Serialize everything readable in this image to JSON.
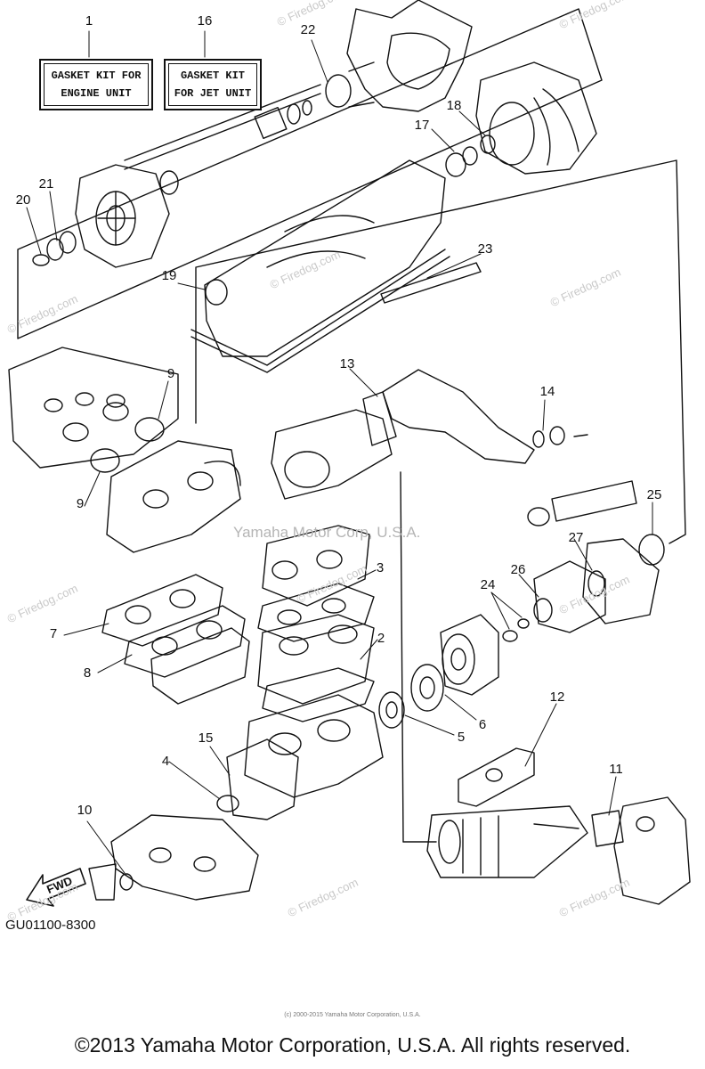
{
  "kits": [
    {
      "number": "1",
      "line1": "GASKET KIT FOR",
      "line2": "ENGINE UNIT"
    },
    {
      "number": "16",
      "line1": "GASKET KIT",
      "line2": "FOR JET UNIT"
    }
  ],
  "callouts": [
    {
      "id": "1",
      "text": "1"
    },
    {
      "id": "2",
      "text": "2"
    },
    {
      "id": "3",
      "text": "3"
    },
    {
      "id": "4",
      "text": "4"
    },
    {
      "id": "5",
      "text": "5"
    },
    {
      "id": "6",
      "text": "6"
    },
    {
      "id": "7",
      "text": "7"
    },
    {
      "id": "8",
      "text": "8"
    },
    {
      "id": "9a",
      "text": "9"
    },
    {
      "id": "9b",
      "text": "9"
    },
    {
      "id": "10",
      "text": "10"
    },
    {
      "id": "11",
      "text": "11"
    },
    {
      "id": "12",
      "text": "12"
    },
    {
      "id": "13",
      "text": "13"
    },
    {
      "id": "14",
      "text": "14"
    },
    {
      "id": "15",
      "text": "15"
    },
    {
      "id": "16",
      "text": "16"
    },
    {
      "id": "17",
      "text": "17"
    },
    {
      "id": "18",
      "text": "18"
    },
    {
      "id": "19",
      "text": "19"
    },
    {
      "id": "20",
      "text": "20"
    },
    {
      "id": "21",
      "text": "21"
    },
    {
      "id": "22",
      "text": "22"
    },
    {
      "id": "23",
      "text": "23"
    },
    {
      "id": "24",
      "text": "24"
    },
    {
      "id": "25",
      "text": "25"
    },
    {
      "id": "26",
      "text": "26"
    },
    {
      "id": "27",
      "text": "27"
    }
  ],
  "fwd_label": "FWD",
  "diagram_code": "GU01100-8300",
  "center_watermark": "Yamaha Motor Corp, U.S.A.",
  "watermark": "© Firedog.com",
  "small_copyright": "(c) 2000-2015 Yamaha Motor Corporation, U.S.A.",
  "copyright": "©2013 Yamaha Motor Corporation, U.S.A. All rights reserved."
}
